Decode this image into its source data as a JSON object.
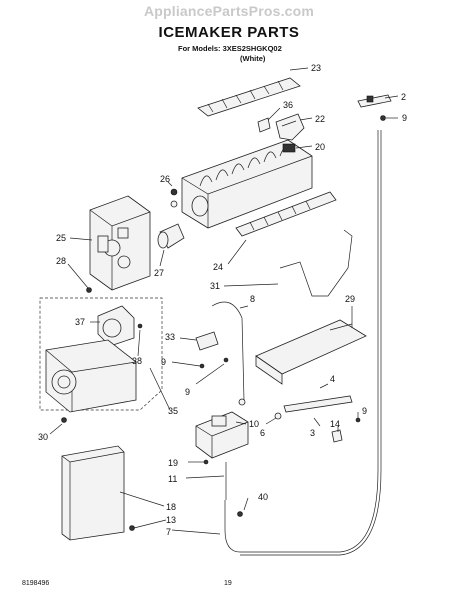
{
  "watermark": "AppliancePartsPros.com",
  "title": "ICEMAKER PARTS",
  "models_line": "For Models: 3XES2SHGKQ02",
  "color_line": "(White)",
  "footer_left": "8198496",
  "footer_page": "19",
  "callouts": {
    "c2": "2",
    "c9a": "9",
    "c23": "23",
    "c36": "36",
    "c22": "22",
    "c20": "20",
    "c26": "26",
    "c25": "25",
    "c28": "28",
    "c27": "27",
    "c24": "24",
    "c31": "31",
    "c8": "8",
    "c29": "29",
    "c37": "37",
    "c33": "33",
    "c9b": "9",
    "c9c": "9",
    "c38": "38",
    "c35": "35",
    "c4": "4",
    "c10": "10",
    "c9d": "9",
    "c6": "6",
    "c3": "3",
    "c14": "14",
    "c30": "30",
    "c19": "19",
    "c11": "11",
    "c40": "40",
    "c18": "18",
    "c13": "13",
    "c7": "7"
  }
}
